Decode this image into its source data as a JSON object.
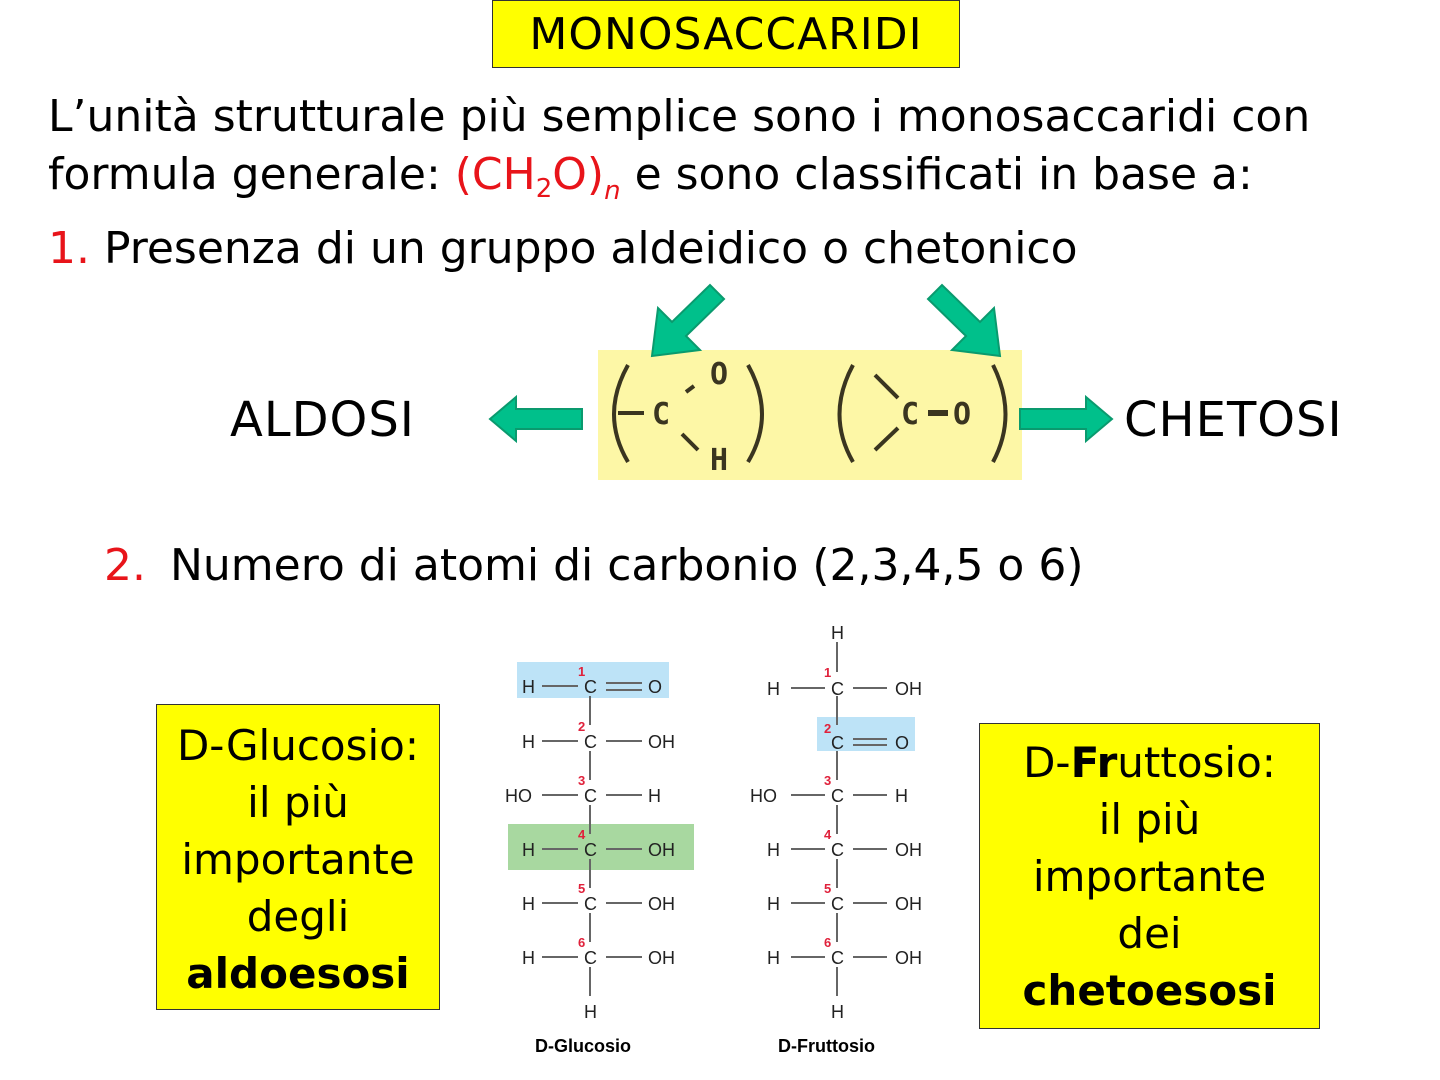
{
  "title": "MONOSACCARIDI",
  "intro": {
    "line1": "L’unità strutturale più semplice sono i monosaccaridi con",
    "line2_prefix": "formula generale: ",
    "formula": {
      "open": "(CH",
      "sub2": "2",
      "close": "O)",
      "subn": "n"
    },
    "line2_suffix": " e sono classificati in base a:",
    "item1_number": "1.",
    "item1_text": " Presenza di un gruppo aldeidico o chetonico"
  },
  "classification": {
    "left_label": "ALDOSI",
    "right_label": "CHETOSI",
    "aldehyde_group": {
      "atoms": [
        "C",
        "O",
        "H"
      ]
    },
    "ketone_group": {
      "atoms": [
        "C",
        "O"
      ]
    },
    "arrow_color": "#00c08b",
    "highlight_color": "#fdf7a6"
  },
  "item2": {
    "number": "2.",
    "text": "Numero di atomi di carbonio (2,3,4,5 o 6)"
  },
  "glucose_box": {
    "line1": "D-Glucosio:",
    "line2": "il più",
    "line3": "importante",
    "line4": "degli",
    "line5": "aldoesosi"
  },
  "fructose_box": {
    "line1_a": "D-",
    "line1_b": "Fr",
    "line1_c": "uttosio:",
    "line2": "il più",
    "line3": "importante",
    "line4": "dei",
    "line5": "chetoesosi"
  },
  "structures": {
    "glucose": {
      "caption": "D-Glucosio",
      "rows": [
        {
          "n": "1",
          "left": "H",
          "right": "O",
          "double": true
        },
        {
          "n": "2",
          "left": "H",
          "right": "OH"
        },
        {
          "n": "3",
          "left": "HO",
          "right": "H"
        },
        {
          "n": "4",
          "left": "H",
          "right": "OH"
        },
        {
          "n": "5",
          "left": "H",
          "right": "OH"
        },
        {
          "n": "6",
          "left": "H",
          "right": "OH"
        }
      ],
      "bottom": "H",
      "highlight_blue": "#bde3f7",
      "highlight_green": "#a8d8a0"
    },
    "fructose": {
      "caption": "D-Fruttosio",
      "top": "H",
      "rows": [
        {
          "n": "1",
          "left": "H",
          "right": "OH"
        },
        {
          "n": "2",
          "left": "",
          "right": "O",
          "double": true
        },
        {
          "n": "3",
          "left": "HO",
          "right": "H"
        },
        {
          "n": "4",
          "left": "H",
          "right": "OH"
        },
        {
          "n": "5",
          "left": "H",
          "right": "OH"
        },
        {
          "n": "6",
          "left": "H",
          "right": "OH"
        }
      ],
      "bottom": "H"
    },
    "atom_C": "C",
    "number_color": "#e0213b"
  }
}
